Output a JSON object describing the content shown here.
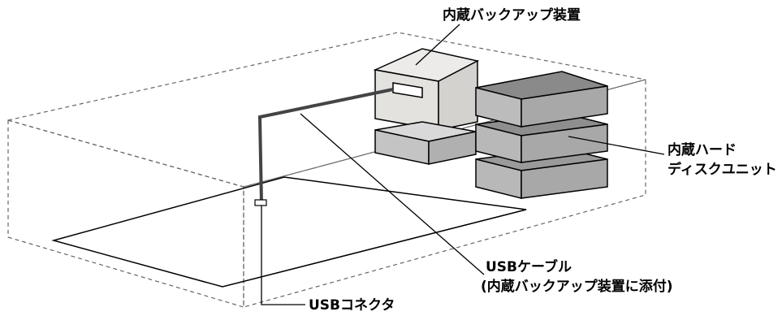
{
  "labels": {
    "backup_device": "内蔵バックアップ装置",
    "hdd_line1": "内蔵ハード",
    "hdd_line2": "ディスクユニット",
    "usb_cable_line1": "USBケーブル",
    "usb_cable_line2": "(内蔵バックアップ装置に添付)",
    "usb_connector": "USBコネクタ"
  },
  "colors": {
    "line": "#000000",
    "dashed_outline": "#666666",
    "box_light": "#e4e2df",
    "box_mid": "#c9c9c9",
    "box_dark": "#8a8a8a",
    "cable": "#444444"
  }
}
